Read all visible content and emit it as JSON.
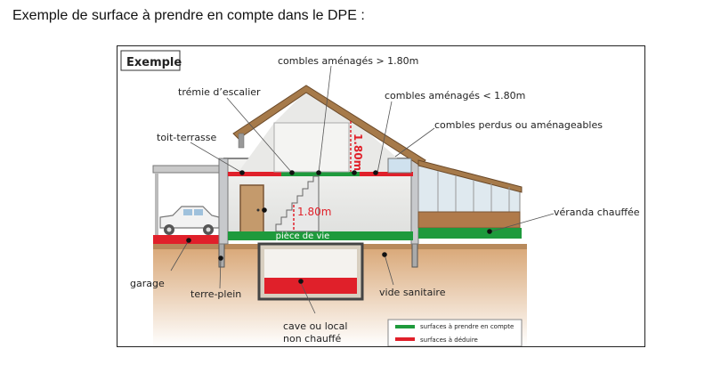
{
  "heading": "Exemple de surface à prendre en compte dans le DPE :",
  "diagram": {
    "title": "Exemple",
    "labels": {
      "combles_gt": "combles aménagés > 1.80m",
      "tremie": "trémie d’escalier",
      "combles_lt": "combles aménagés < 1.80m",
      "combles_perdus": "combles perdus ou aménageables",
      "toit_terrasse": "toit-terrasse",
      "veranda": "véranda chauffée",
      "garage": "garage",
      "terre_plein": "terre-plein",
      "vide_sanitaire": "vide sanitaire",
      "cave_line1": "cave ou local",
      "cave_line2": "non chauffé",
      "height_attic": "1.80m",
      "height_room": "1.80m",
      "piece_de_vie": "pièce de vie"
    },
    "legend": {
      "include": "surfaces à prendre en compte",
      "exclude": "surfaces à déduire"
    },
    "colors": {
      "include": "#1e9a3c",
      "exclude": "#e0202a",
      "ground": "#d9a878",
      "wall": "#c7c9cc",
      "roof": "#a67a4a"
    }
  }
}
